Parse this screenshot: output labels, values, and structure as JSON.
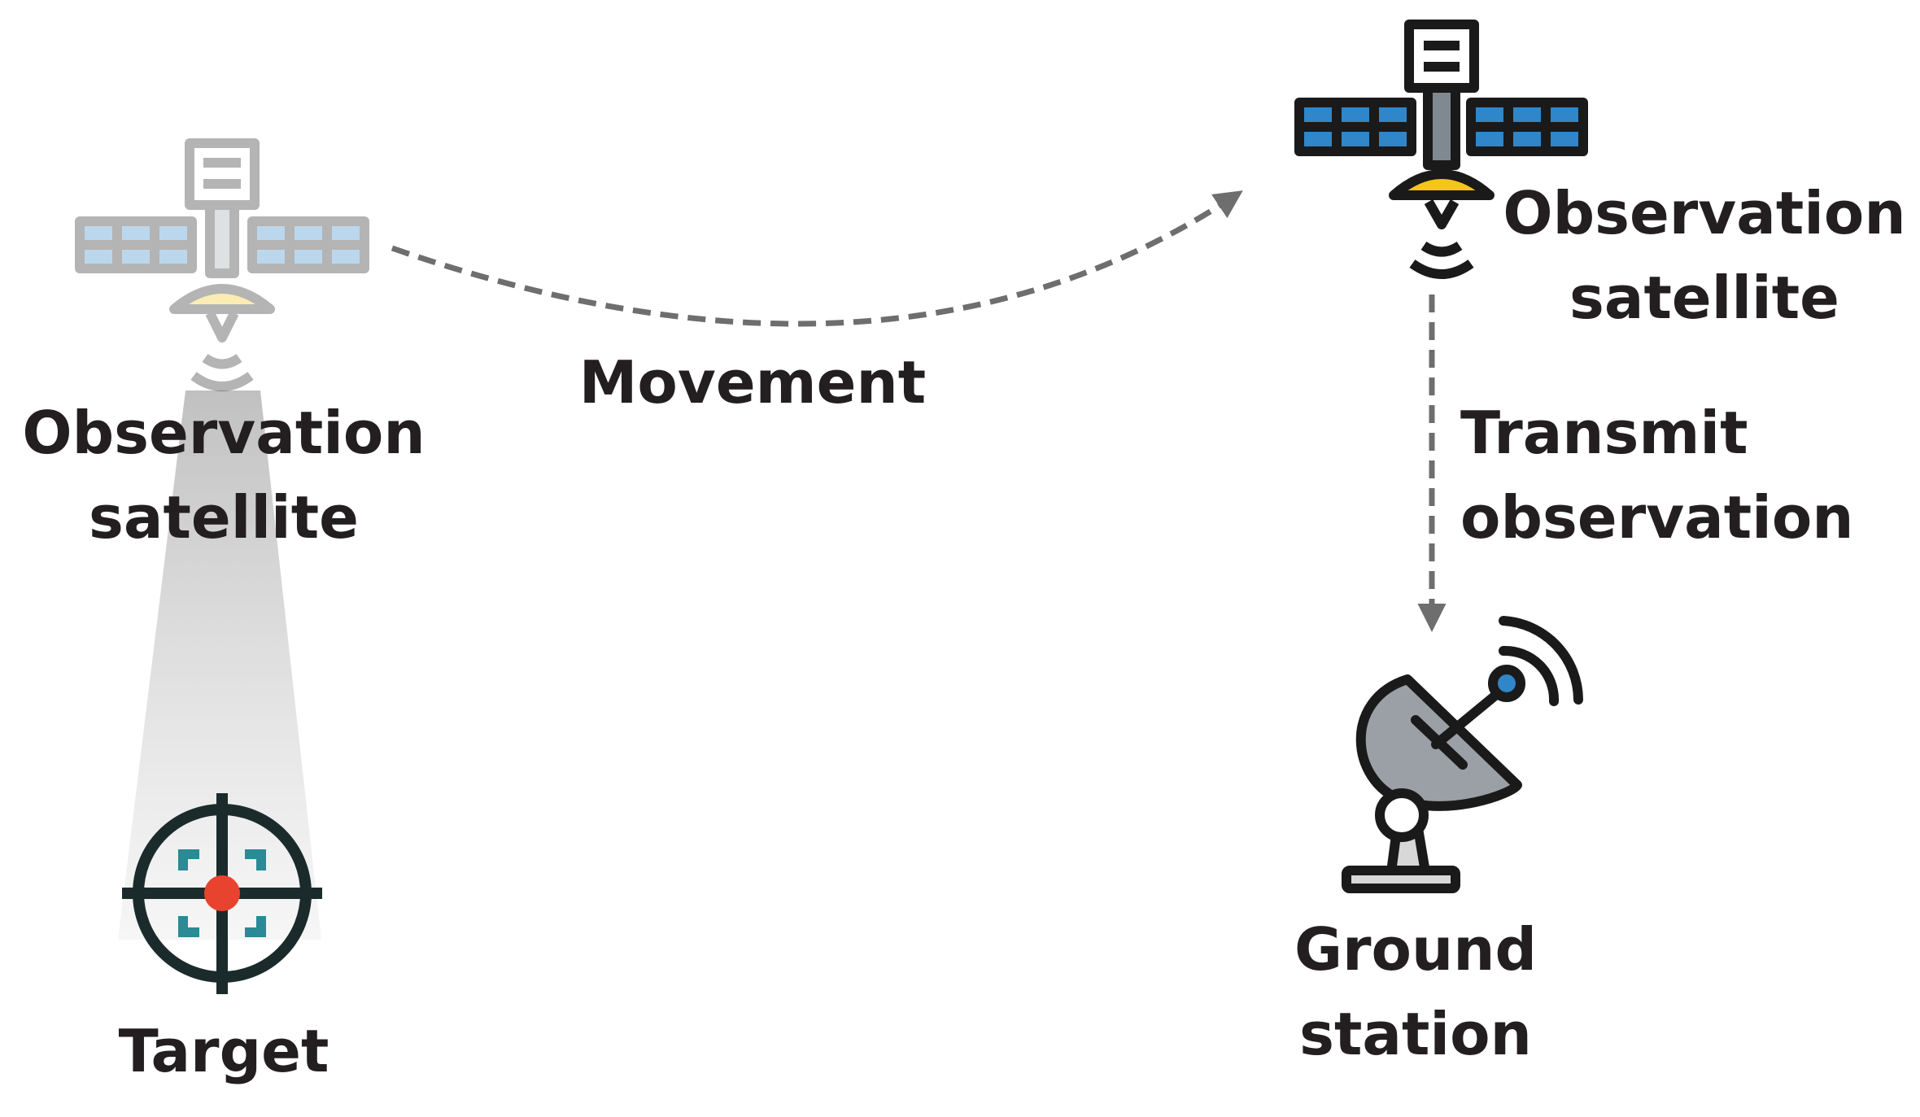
{
  "labels": {
    "sat_left": {
      "line1": "Observation",
      "line2": "satellite"
    },
    "movement": "Movement",
    "sat_right": {
      "line1": "Observation",
      "line2": "satellite"
    },
    "transmit": {
      "line1": "Transmit",
      "line2": "observation"
    },
    "target": "Target",
    "ground": {
      "line1": "Ground",
      "line2": "station"
    }
  },
  "colors": {
    "text": "#231f20",
    "outline": "#1a1a1a",
    "panel": "#2f86c8",
    "dish_gold": "#f5c518",
    "dashed_arrow": "#6e6e6e",
    "target_ring": "#1b2b2b",
    "target_brackets": "#2a8a96",
    "target_dot": "#e8432e",
    "ground_dot": "#2f86c8",
    "beam": "#cfcfcf"
  },
  "icons": [
    "satellite-faded-icon",
    "satellite-icon",
    "target-icon",
    "ground-station-icon"
  ]
}
